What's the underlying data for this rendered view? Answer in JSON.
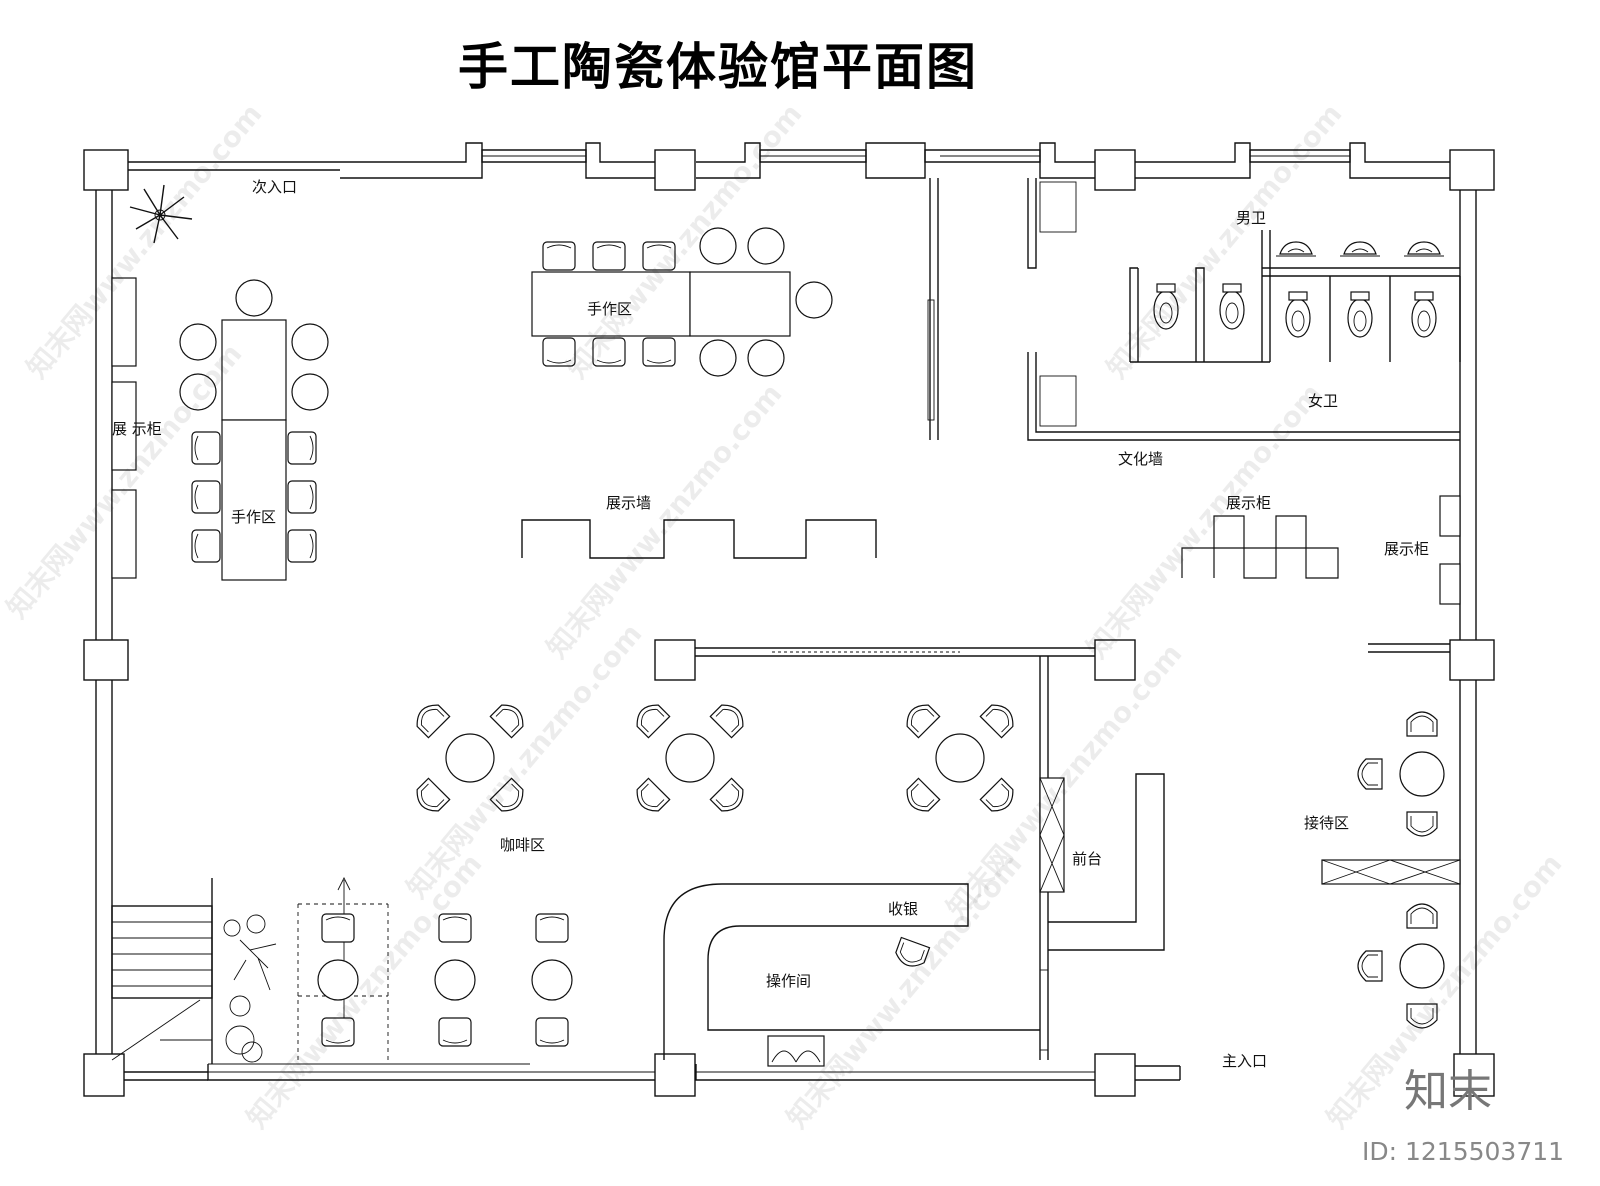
{
  "title": "手工陶瓷体验馆平面图",
  "labels": {
    "secondary_entrance": "次入口",
    "workshop_top": "手作区",
    "workshop_left": "手作区",
    "display_cabinet_left": "展 示柜",
    "mens_restroom": "男卫",
    "womens_restroom": "女卫",
    "culture_wall": "文化墙",
    "display_wall": "展示墙",
    "display_cabinet_center": "展示柜",
    "display_cabinet_right": "展示柜",
    "cafe_area": "咖啡区",
    "front_desk": "前台",
    "cashier": "收银",
    "operation_room": "操作间",
    "reception_area": "接待区",
    "main_entrance": "主入口"
  },
  "watermark": {
    "text": "知末网www.znzmo.com",
    "brand": "知末",
    "id": "ID: 1215503711"
  }
}
